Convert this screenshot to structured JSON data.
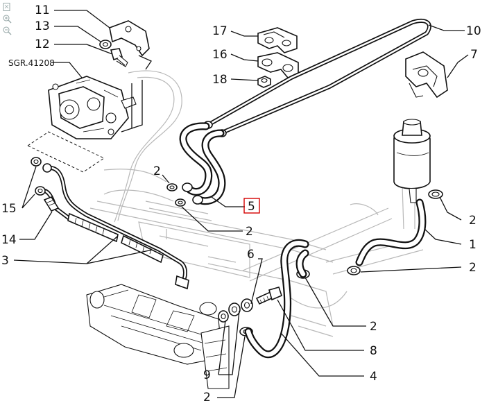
{
  "diagram": {
    "callouts": [
      {
        "id": "c11",
        "text": "11"
      },
      {
        "id": "c13",
        "text": "13"
      },
      {
        "id": "c12",
        "text": "12"
      },
      {
        "id": "csgr",
        "text": "SGR.41208"
      },
      {
        "id": "c17",
        "text": "17"
      },
      {
        "id": "c16",
        "text": "16"
      },
      {
        "id": "c18",
        "text": "18"
      },
      {
        "id": "c10",
        "text": "10"
      },
      {
        "id": "c7",
        "text": "7"
      },
      {
        "id": "c2a",
        "text": "2"
      },
      {
        "id": "c5",
        "text": "5"
      },
      {
        "id": "c2b",
        "text": "2"
      },
      {
        "id": "c15",
        "text": "15"
      },
      {
        "id": "c14",
        "text": "14"
      },
      {
        "id": "c3",
        "text": "3"
      },
      {
        "id": "c6",
        "text": "6"
      },
      {
        "id": "c2c",
        "text": "2"
      },
      {
        "id": "c1",
        "text": "1"
      },
      {
        "id": "c2d",
        "text": "2"
      },
      {
        "id": "c2e",
        "text": "2"
      },
      {
        "id": "c8",
        "text": "8"
      },
      {
        "id": "c4",
        "text": "4"
      },
      {
        "id": "c9",
        "text": "9"
      },
      {
        "id": "c2f",
        "text": "2"
      }
    ],
    "highlighted_callout": "c5",
    "highlight_color": "#d40000"
  },
  "toolbar": {
    "icons": [
      "fit-page-icon",
      "zoom-in-icon",
      "zoom-out-icon"
    ]
  }
}
